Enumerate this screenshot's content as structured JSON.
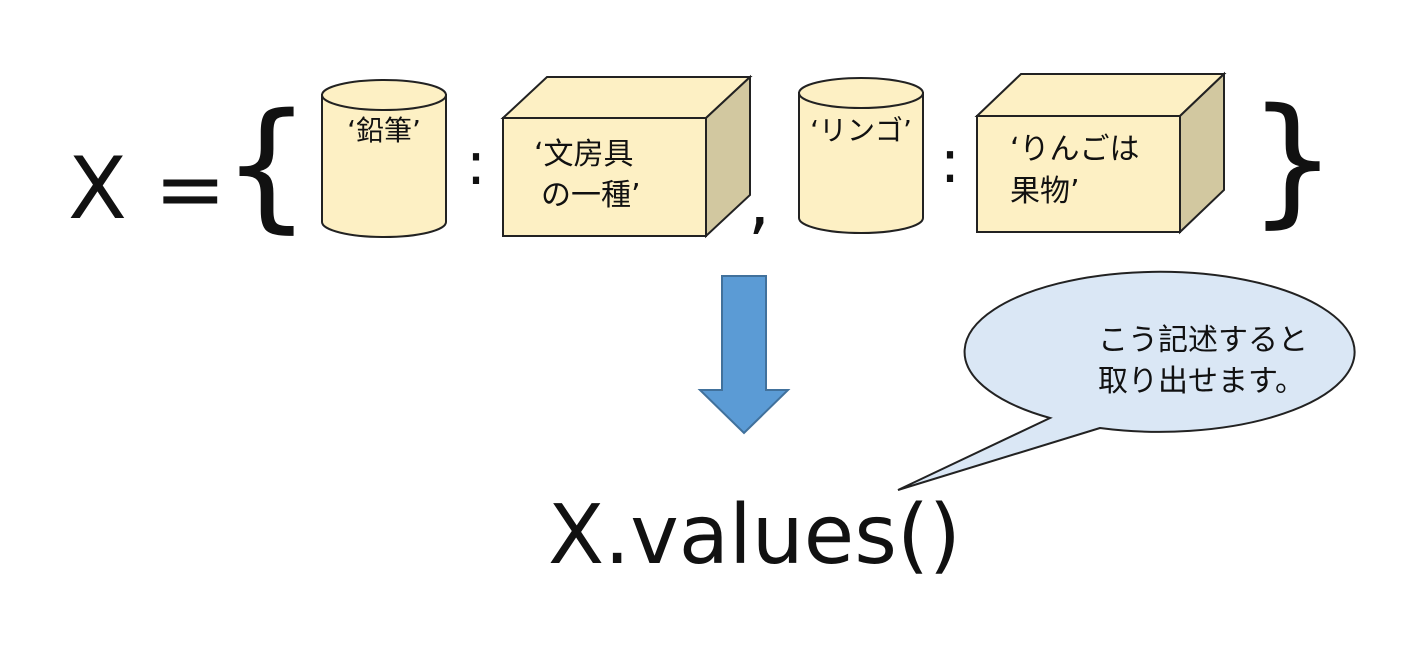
{
  "expression": {
    "var_label": "X =",
    "open_brace": "{",
    "close_brace": "}",
    "colon": ":",
    "comma": ","
  },
  "pairs": [
    {
      "key": "‘鉛筆’",
      "value_lines": [
        "‘文房具",
        "の一種’"
      ]
    },
    {
      "key": "‘リンゴ’",
      "value_lines": [
        "‘りんごは",
        "果物’"
      ]
    }
  ],
  "method_call": "X.values()",
  "callout": {
    "lines": [
      "こう記述すると",
      "取り出せます。"
    ]
  },
  "colors": {
    "shape_fill": "#fdf0c4",
    "shape_side": "#d2c8a0",
    "shape_stroke": "#222222",
    "arrow_fill": "#5b9bd5",
    "arrow_stroke": "#41719c",
    "callout_fill": "#dae7f5",
    "text": "#111111"
  }
}
